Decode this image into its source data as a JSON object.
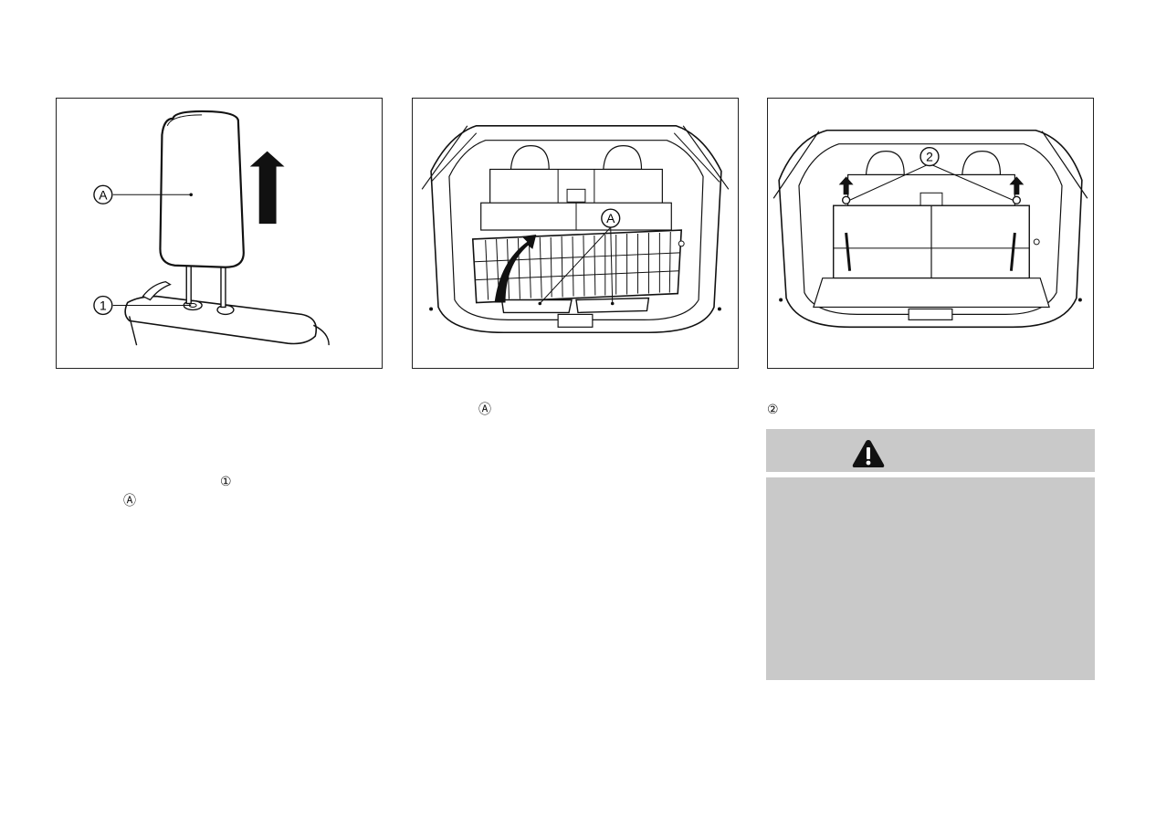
{
  "figures": [
    {
      "id": "headrest-removal",
      "labels": {
        "a": "Ⓐ",
        "one": "①"
      }
    },
    {
      "id": "cargo-floor-board",
      "labels": {
        "a": "Ⓐ"
      }
    },
    {
      "id": "seat-fold-straps",
      "labels": {
        "two": "②"
      }
    }
  ],
  "text": {
    "col1_marker_one": "①",
    "col1_marker_a": "Ⓐ",
    "col2_marker_a": "Ⓐ",
    "col3_marker_two": "②"
  },
  "warning": {
    "icon": "warning-triangle-icon",
    "background": "#c9c9c9"
  }
}
